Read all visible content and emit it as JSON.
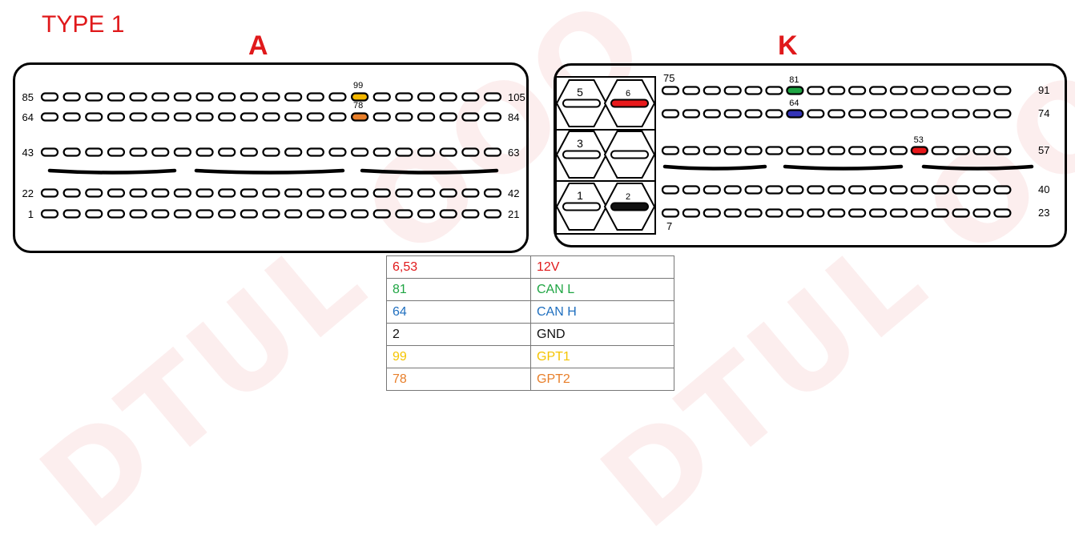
{
  "title": "TYPE 1",
  "colors": {
    "title_red": "#e0191b",
    "pin_yellow": "#f5b800",
    "pin_orange": "#e87f2a",
    "pin_green": "#1fa543",
    "pin_blue": "#3434b8",
    "pin_red": "#e8191b",
    "pin_black": "#111111",
    "watermark": "#eb7878"
  },
  "watermark_text": "DTUL OOO",
  "connector_a": {
    "label": "A",
    "rows": [
      {
        "left_label": "85",
        "right_label": "105"
      },
      {
        "left_label": "64",
        "right_label": "84"
      },
      {
        "left_label": "43",
        "right_label": "63"
      },
      {
        "left_label": "22",
        "right_label": "42"
      },
      {
        "left_label": "1",
        "right_label": "21"
      }
    ],
    "highlighted_pins": [
      {
        "pin": "99",
        "row": 0,
        "index": 14,
        "color": "yellow"
      },
      {
        "pin": "78",
        "row": 1,
        "index": 14,
        "color": "orange"
      }
    ]
  },
  "connector_k": {
    "label": "K",
    "rows": [
      {
        "left_label": "75",
        "right_label": "91"
      },
      {
        "left_label": "",
        "right_label": "74"
      },
      {
        "left_label": "",
        "right_label": "57"
      },
      {
        "left_label": "",
        "right_label": "40"
      },
      {
        "left_label": "",
        "right_label": "23"
      }
    ],
    "bottom_left_label": "7",
    "highlighted_pins": [
      {
        "pin": "81",
        "row": 0,
        "index": 6,
        "color": "green"
      },
      {
        "pin": "64",
        "row": 1,
        "index": 6,
        "color": "blue"
      },
      {
        "pin": "53",
        "row": 2,
        "index": 12,
        "color": "red"
      }
    ],
    "power_cavities": [
      {
        "label": "5",
        "fill": ""
      },
      {
        "label": "6",
        "fill": "red"
      },
      {
        "label": "3",
        "fill": ""
      },
      {
        "label": "",
        "fill": ""
      },
      {
        "label": "1",
        "fill": ""
      },
      {
        "label": "2",
        "fill": "black"
      }
    ]
  },
  "legend": [
    {
      "pins": "6,53",
      "signal": "12V",
      "color": "#e0191b"
    },
    {
      "pins": "81",
      "signal": "CAN L",
      "color": "#1fa543"
    },
    {
      "pins": "64",
      "signal": "CAN H",
      "color": "#1f6fbf"
    },
    {
      "pins": "2",
      "signal": "GND",
      "color": "#111111"
    },
    {
      "pins": "99",
      "signal": "GPT1",
      "color": "#f5c400"
    },
    {
      "pins": "78",
      "signal": "GPT2",
      "color": "#e87f2a"
    }
  ]
}
